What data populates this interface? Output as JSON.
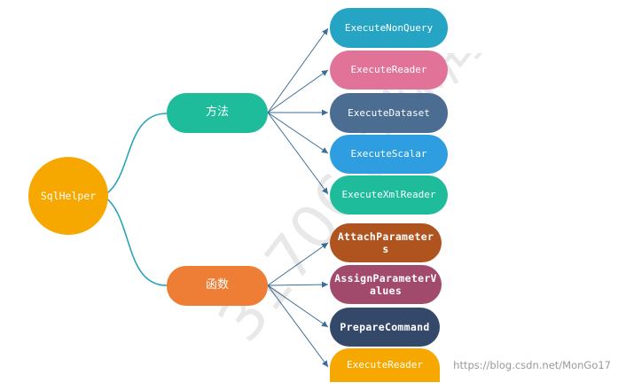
{
  "root": {
    "label": "SqlHelper",
    "color": "#f7a800"
  },
  "groups": [
    {
      "label": "方法",
      "color": "#1fbc9c",
      "children": [
        {
          "label": "ExecuteNonQuery",
          "color": "#26a4c4"
        },
        {
          "label": "ExecuteReader",
          "color": "#e07397"
        },
        {
          "label": "ExecuteDataset",
          "color": "#4b6d92"
        },
        {
          "label": "ExecuteScalar",
          "color": "#2e9ee0"
        },
        {
          "label": "ExecuteXmlReader",
          "color": "#1fbc9c"
        }
      ]
    },
    {
      "label": "函数",
      "color": "#ee7d35",
      "children": [
        {
          "label": "AttachParameters",
          "color": "#b0541f"
        },
        {
          "label": "AssignParameterValues",
          "color": "#a14a6c"
        },
        {
          "label": "PrepareCommand",
          "color": "#34486a"
        },
        {
          "label": "ExecuteReader",
          "color": "#f7a800"
        }
      ]
    }
  ],
  "watermark": {
    "text": "3170612林海",
    "url": "https://blog.csdn.net/MonGo17"
  },
  "colors": {
    "connector_root": "#2aa4b8",
    "connector_group": "#3b6e98"
  }
}
